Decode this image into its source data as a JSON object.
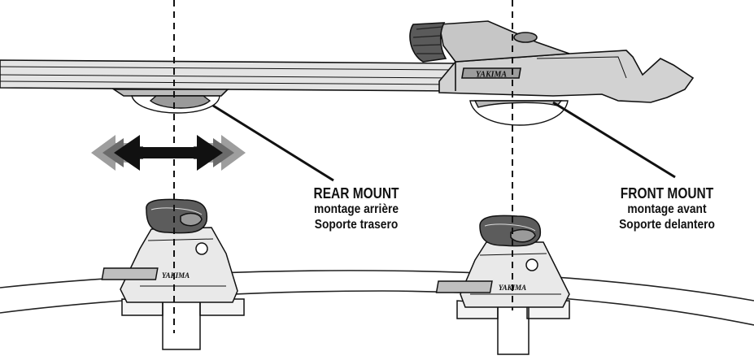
{
  "rear_mount": {
    "label_en": "REAR MOUNT",
    "label_fr": "montage arrière",
    "label_es": "Soporte trasero"
  },
  "front_mount": {
    "label_en": "FRONT MOUNT",
    "label_fr": "montage avant",
    "label_es": "Soporte delantero"
  },
  "brand": {
    "bar_logo": "YAKIMA",
    "rear_tower_logo": "YAKIMA",
    "front_tower_logo": "YAKIMA"
  },
  "icons": {
    "adjust_arrow": "double-headed-arrow-icon"
  },
  "colors": {
    "line": "#111111",
    "arrow_dark": "#1a1a1a",
    "arrow_light": "#8c8c8c"
  }
}
